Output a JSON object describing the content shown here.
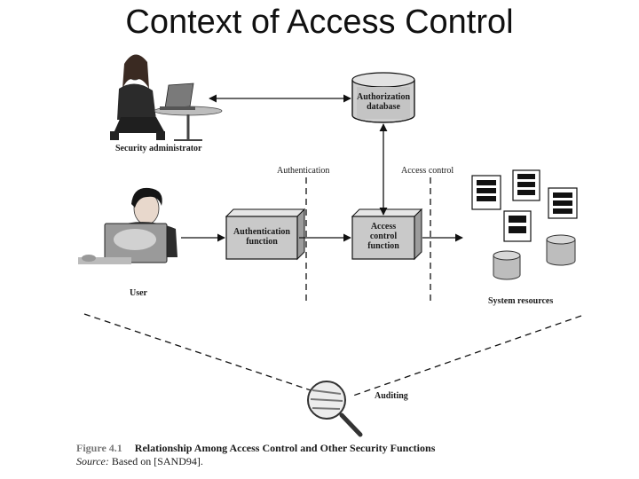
{
  "title": "Context of Access Control",
  "nodes": {
    "security_admin": "Security administrator",
    "user": "User",
    "auth_db_line1": "Authorization",
    "auth_db_line2": "database",
    "authentication_fn_line1": "Authentication",
    "authentication_fn_line2": "function",
    "access_control_fn_line1": "Access",
    "access_control_fn_line2": "control",
    "access_control_fn_line3": "function",
    "system_resources": "System resources",
    "auditing": "Auditing"
  },
  "boundaries": {
    "authentication": "Authentication",
    "access_control": "Access control"
  },
  "caption": {
    "figure_number": "Figure 4.1",
    "figure_title": "Relationship Among Access Control and Other Security Functions",
    "source_label": "Source:",
    "source_text": " Based on [SAND94]."
  }
}
